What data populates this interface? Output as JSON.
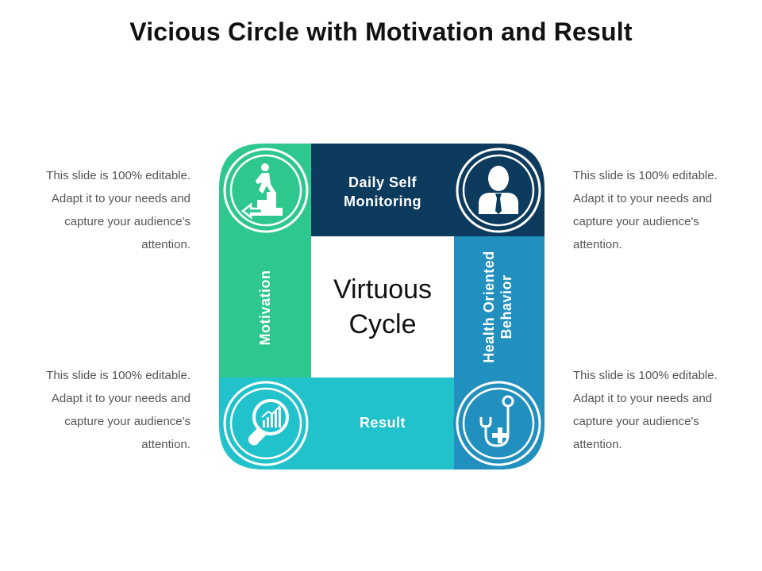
{
  "title": "Vicious Circle with Motivation and Result",
  "center_label": "Virtuous\nCycle",
  "segments": {
    "top": "Daily Self\nMonitoring",
    "right": "Health Oriented\nBehavior",
    "bottom": "Result",
    "left": "Motivation"
  },
  "side_texts": [
    "This slide is 100% editable. Adapt it to your needs and capture your audience's attention.",
    "This slide is 100% editable. Adapt it to your needs and capture your audience's attention.",
    "This slide is 100% editable. Adapt it to your needs and capture your audience's attention.",
    "This slide is 100% editable. Adapt it to your needs and capture your audience's attention."
  ],
  "colors": {
    "top": "#0d3b5e",
    "right": "#2190bf",
    "bottom": "#22c2cc",
    "left": "#2ec88f",
    "center": "#ffffff"
  },
  "icons": [
    "stairs-climber-icon",
    "businessman-icon",
    "magnifier-chart-icon",
    "stethoscope-icon"
  ]
}
